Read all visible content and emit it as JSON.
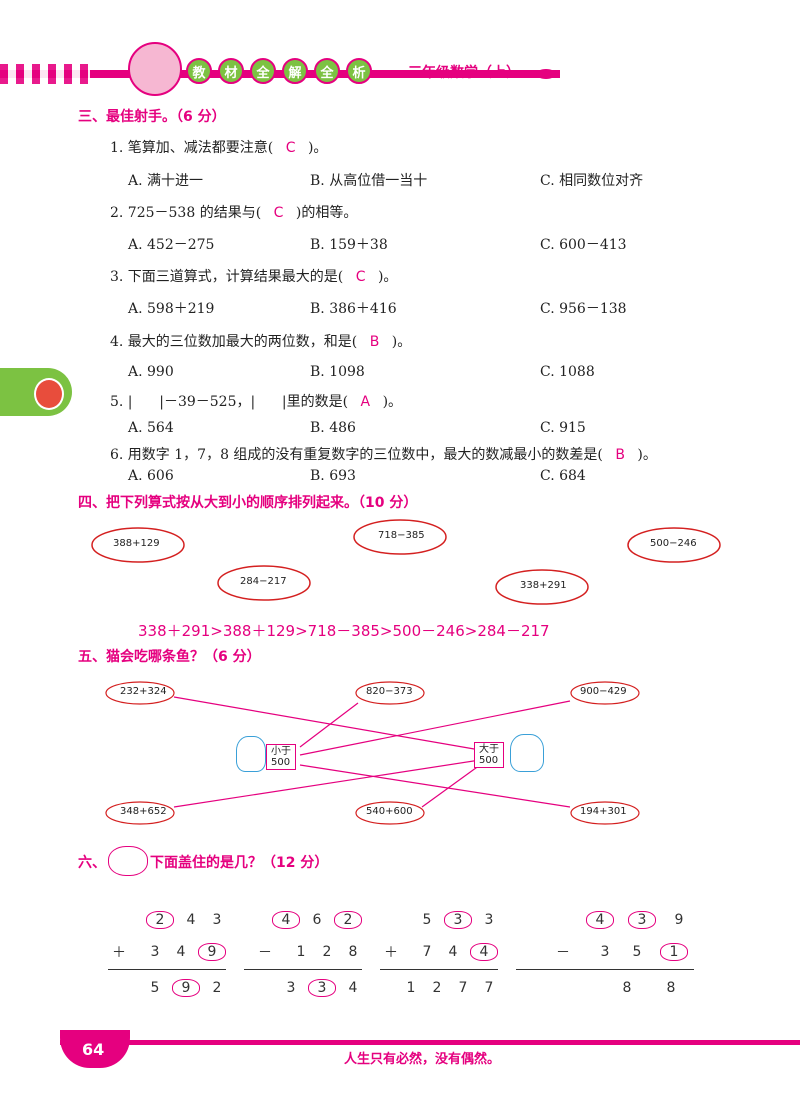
{
  "header": {
    "title_chars": [
      "教",
      "材",
      "全",
      "解",
      "全",
      "析"
    ],
    "subtitle": "三年级数学（上）"
  },
  "section3": {
    "title": "三、最佳射手。（6 分）",
    "questions": [
      {
        "stem_pre": "1. 笔算加、减法都要注意(",
        "answer": "C",
        "stem_post": ")。",
        "options": [
          "A. 满十进一",
          "B. 从高位借一当十",
          "C. 相同数位对齐"
        ]
      },
      {
        "stem_pre": "2. 725－538 的结果与(",
        "answer": "C",
        "stem_post": ")的相等。",
        "options": [
          "A. 452－275",
          "B. 159＋38",
          "C. 600－413"
        ]
      },
      {
        "stem_pre": "3. 下面三道算式，计算结果最大的是(",
        "answer": "C",
        "stem_post": ")。",
        "options": [
          "A. 598＋219",
          "B. 386＋416",
          "C. 956－138"
        ]
      },
      {
        "stem_pre": "4. 最大的三位数加最大的两位数，和是(",
        "answer": "B",
        "stem_post": ")。",
        "options": [
          "A. 990",
          "B. 1098",
          "C. 1088"
        ]
      },
      {
        "stem_pre": "5. |      |－39－525，|      |里的数是(",
        "answer": "A",
        "stem_post": ")。",
        "options": [
          "A. 564",
          "B. 486",
          "C. 915"
        ]
      },
      {
        "stem_pre": "6. 用数字 1，7，8 组成的没有重复数字的三位数中，最大的数减最小的数差是(",
        "answer": "B",
        "stem_post": ")。",
        "options": [
          "A. 606",
          "B. 693",
          "C. 684"
        ]
      }
    ]
  },
  "section4": {
    "title": "四、把下列算式按从大到小的顺序排列起来。（10 分）",
    "items": [
      "388+129",
      "718−385",
      "500−246",
      "284−217",
      "338+291"
    ],
    "answer": "338＋291>388＋129>718－385>500－246>284－217"
  },
  "section5": {
    "title": "五、猫会吃哪条鱼？（6 分）",
    "fish_top": [
      "232+324",
      "820−373",
      "900−429"
    ],
    "fish_bottom": [
      "348+652",
      "540+600",
      "194+301"
    ],
    "cat_left": [
      "小于",
      "500"
    ],
    "cat_right": [
      "大于",
      "500"
    ]
  },
  "section6": {
    "title_pre": "六、",
    "title_post": "下面盖住的是几？（12 分）",
    "problems": [
      {
        "op": "＋",
        "row1": [
          "2",
          "4",
          "3"
        ],
        "row2": [
          "3",
          "4",
          "9"
        ],
        "result": [
          "5",
          "9",
          "2"
        ]
      },
      {
        "op": "－",
        "row1": [
          "4",
          "6",
          "2"
        ],
        "row2": [
          "1",
          "2",
          "8"
        ],
        "result": [
          "3",
          "3",
          "4"
        ]
      },
      {
        "op": "＋",
        "row1": [
          "5",
          "3",
          "3"
        ],
        "row2": [
          "7",
          "4",
          "4"
        ],
        "result": [
          "1",
          "2",
          "7",
          "7"
        ]
      },
      {
        "op": "－",
        "row1": [
          "4",
          "3",
          "9"
        ],
        "row2": [
          "3",
          "5",
          "1"
        ],
        "result": [
          "8",
          "8"
        ]
      }
    ]
  },
  "footer": {
    "page_number": "64",
    "motto": "人生只有必然，没有偶然。"
  }
}
